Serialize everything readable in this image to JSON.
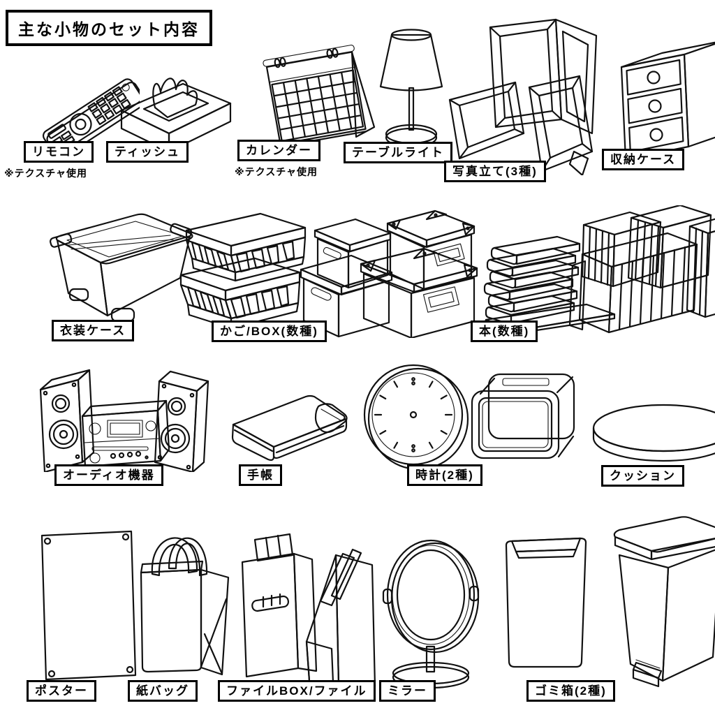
{
  "page": {
    "title": "主な小物のセット内容",
    "background": "#ffffff",
    "ink": "#111111"
  },
  "items": [
    {
      "id": "remote",
      "label": "リモコン",
      "note": "※テクスチャ使用"
    },
    {
      "id": "tissue",
      "label": "ティッシュ"
    },
    {
      "id": "calendar",
      "label": "カレンダー",
      "note": "※テクスチャ使用"
    },
    {
      "id": "table-light",
      "label": "テーブルライト"
    },
    {
      "id": "photo-frames",
      "label": "写真立て(3種)"
    },
    {
      "id": "storage-case",
      "label": "収納ケース"
    },
    {
      "id": "clothing-case",
      "label": "衣装ケース"
    },
    {
      "id": "basket-box",
      "label": "かご/BOX(数種)"
    },
    {
      "id": "books",
      "label": "本(数種)"
    },
    {
      "id": "audio",
      "label": "オーディオ機器"
    },
    {
      "id": "notebook",
      "label": "手帳"
    },
    {
      "id": "clocks",
      "label": "時計(2種)"
    },
    {
      "id": "cushion",
      "label": "クッション"
    },
    {
      "id": "poster",
      "label": "ポスター"
    },
    {
      "id": "paper-bag",
      "label": "紙バッグ"
    },
    {
      "id": "file-box",
      "label": "ファイルBOX/ファイル"
    },
    {
      "id": "mirror",
      "label": "ミラー"
    },
    {
      "id": "trash",
      "label": "ゴミ箱(2種)"
    }
  ]
}
